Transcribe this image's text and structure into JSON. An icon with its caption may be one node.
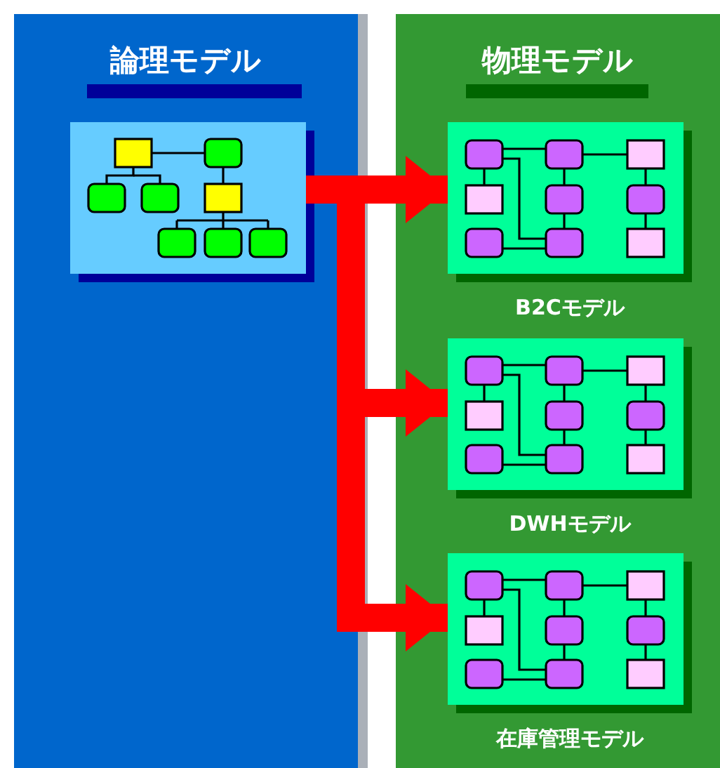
{
  "diagram": {
    "nodes": [
      {
        "text": [
          "論理モデル"
        ]
      },
      {
        "text": [
          "物理モデル"
        ]
      },
      {
        "text": [],
        "shape": "picture",
        "in": 0
      },
      {
        "text": [
          "B2Cモデル"
        ],
        "in": 1
      },
      {
        "text": [
          "DWHモデル"
        ],
        "in": 1
      },
      {
        "text": [
          "在庫管理モデル"
        ],
        "in": 1
      }
    ],
    "edges": [
      {
        "from": 2,
        "to": 3,
        "arrow": "to"
      },
      {
        "from": 2,
        "to": 4,
        "arrow": "to"
      },
      {
        "from": 2,
        "to": 5,
        "arrow": "to"
      }
    ]
  }
}
